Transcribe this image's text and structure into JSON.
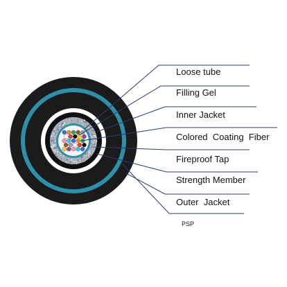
{
  "diagram": {
    "labels": {
      "loose_tube": "Loose tube",
      "filling_gel": "Filling Gel",
      "inner_jacket": "Inner Jacket",
      "colored_coating_fiber": "Colored  Coating  Fiber",
      "fireproof_tap": "Fireproof Tap",
      "strength_member": "Strength Member",
      "outer_jacket": "Outer  Jacket",
      "psp": "PSP"
    },
    "colors": {
      "outer_jacket": "#1b1b1b",
      "psp_band": "#2e8fa8",
      "inner_white": "#ffffff",
      "inner_jacket": "#111111",
      "strength_member": "#a9b0b8",
      "loose_tube_ring": "#2e8fa8",
      "filling_gel": "#f4f4f4",
      "leader_line": "#2b3a6b"
    },
    "fiber_colors": [
      "#3b6fd6",
      "#f08a24",
      "#2fa84f",
      "#8b5a2b",
      "#9aa3ad",
      "#ffffff",
      "#e23b3b",
      "#111111",
      "#f2d22e",
      "#8e44ad",
      "#f49ac2",
      "#38c7d6",
      "#3b6fd6",
      "#f08a24",
      "#2fa84f",
      "#8b5a2b",
      "#9aa3ad",
      "#ffffff",
      "#e23b3b",
      "#111111",
      "#f2d22e",
      "#8e44ad",
      "#f49ac2",
      "#38c7d6"
    ]
  }
}
